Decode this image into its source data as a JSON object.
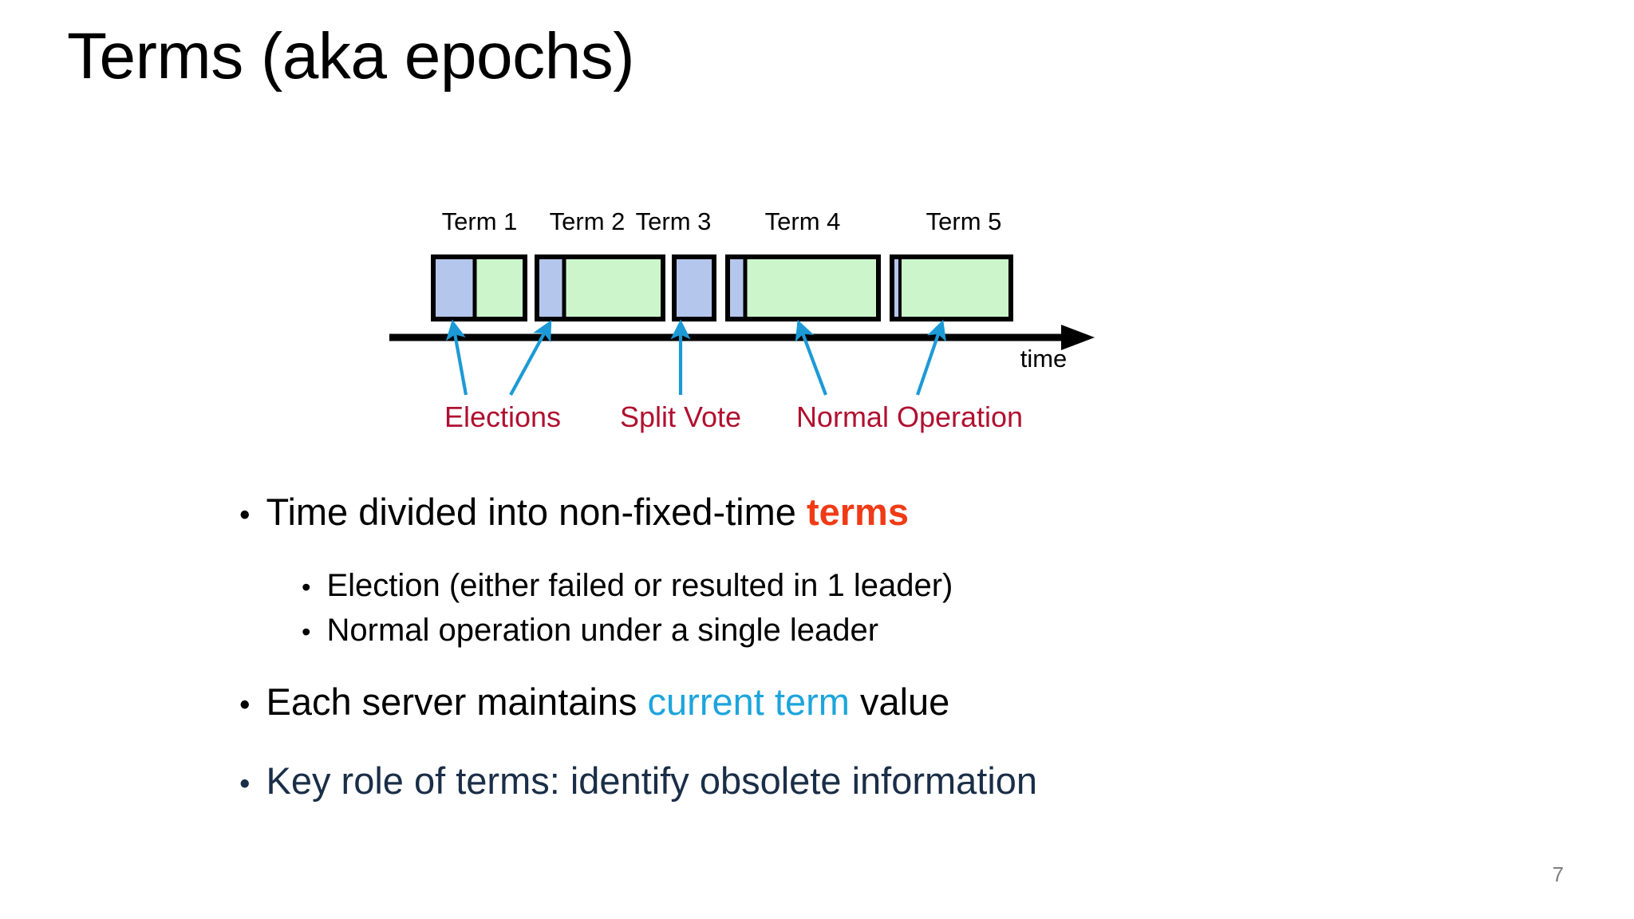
{
  "slide": {
    "title": "Terms (aka epochs)",
    "page_number": "7",
    "background": "#ffffff"
  },
  "diagram": {
    "name": "raft-terms-timeline",
    "axis": {
      "label": "time",
      "color": "#000000"
    },
    "colors": {
      "election_fill": "#b4c6ec",
      "election_stroke": "#5a72b5",
      "normal_fill": "#ccf5cc",
      "normal_stroke": "#2d7d2d",
      "box_border": "#000000",
      "arrow": "#1c9ad6",
      "callout_text": "#b01030"
    },
    "terms": [
      {
        "label": "Term 1",
        "election_width": 52,
        "normal_width": 63,
        "note": "election then normal operation"
      },
      {
        "label": "Term 2",
        "election_width": 34,
        "normal_width": 124,
        "note": "election then normal operation"
      },
      {
        "label": "Term 3",
        "election_width": 50,
        "normal_width": 0,
        "note": "split vote - no leader elected"
      },
      {
        "label": "Term 4",
        "election_width": 22,
        "normal_width": 167,
        "note": "election then normal operation"
      },
      {
        "label": "Term 5",
        "election_width": 10,
        "normal_width": 139,
        "note": "election then normal operation"
      }
    ],
    "callouts": [
      {
        "text": "Elections",
        "name": "callout-elections"
      },
      {
        "text": "Split Vote",
        "name": "callout-split-vote"
      },
      {
        "text": "Normal Operation",
        "name": "callout-normal-operation"
      }
    ]
  },
  "body": {
    "bullets": [
      {
        "level": 1,
        "marker": "•",
        "segments": [
          {
            "text": "Time divided into non-fixed-time ",
            "style": "plain",
            "color": "#000000"
          },
          {
            "text": "terms",
            "style": "bold",
            "color": "#f03b16"
          }
        ]
      },
      {
        "level": 2,
        "marker": "•",
        "segments": [
          {
            "text": "Election (either failed or resulted in 1 leader)",
            "style": "plain",
            "color": "#000000"
          }
        ]
      },
      {
        "level": 2,
        "marker": "•",
        "segments": [
          {
            "text": "Normal operation under a single leader",
            "style": "plain",
            "color": "#000000"
          }
        ]
      },
      {
        "level": 1,
        "marker": "•",
        "segments": [
          {
            "text": "Each server maintains ",
            "style": "plain",
            "color": "#000000"
          },
          {
            "text": "current term",
            "style": "plain",
            "color": "#1ca5dc"
          },
          {
            "text": " value",
            "style": "plain",
            "color": "#000000"
          }
        ]
      },
      {
        "level": 1,
        "marker": "•",
        "segments": [
          {
            "text": "Key role of terms: identify obsolete information",
            "style": "plain",
            "color": "#1a2e47"
          }
        ]
      }
    ]
  }
}
